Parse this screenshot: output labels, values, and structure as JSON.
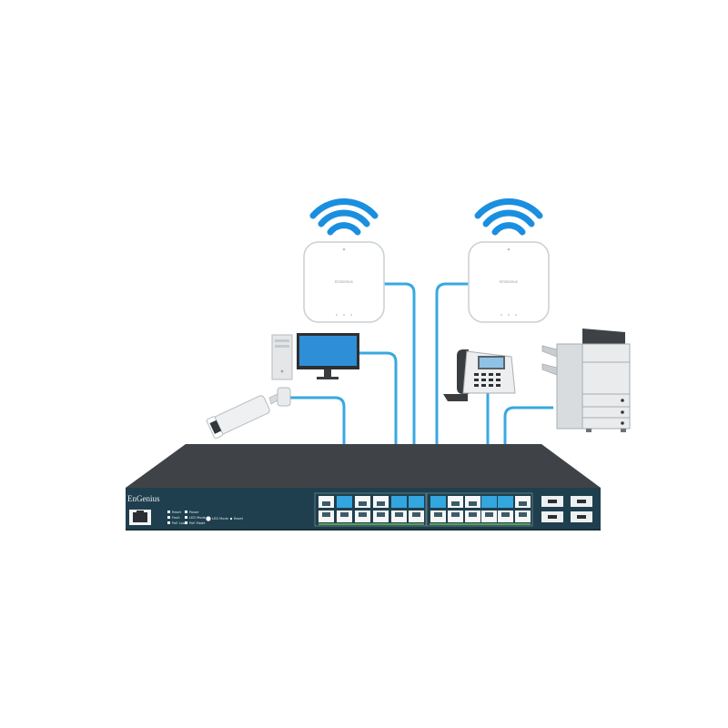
{
  "switch": {
    "brand": "EnGenius",
    "legend": [
      "Reset",
      "Power",
      "Fault",
      "LED Mode",
      "PoE Loop",
      "PoE Mode",
      "LED Mode",
      "Reset"
    ]
  },
  "access_points": [
    {
      "logo": "EnGenius"
    },
    {
      "logo": "EnGenius"
    }
  ],
  "colors": {
    "cable": "#38a9e0",
    "wifi": "#1a8fe0",
    "switch_top": "#3f4347",
    "switch_front": "#1f3f4e",
    "port_active": "#33a6df",
    "port_link_led": "#7ed957"
  },
  "icons": [
    "wifi-icon",
    "access-point-icon",
    "desktop-pc-icon",
    "monitor-icon",
    "ip-camera-icon",
    "ip-phone-icon",
    "printer-copier-icon",
    "network-switch-icon"
  ]
}
